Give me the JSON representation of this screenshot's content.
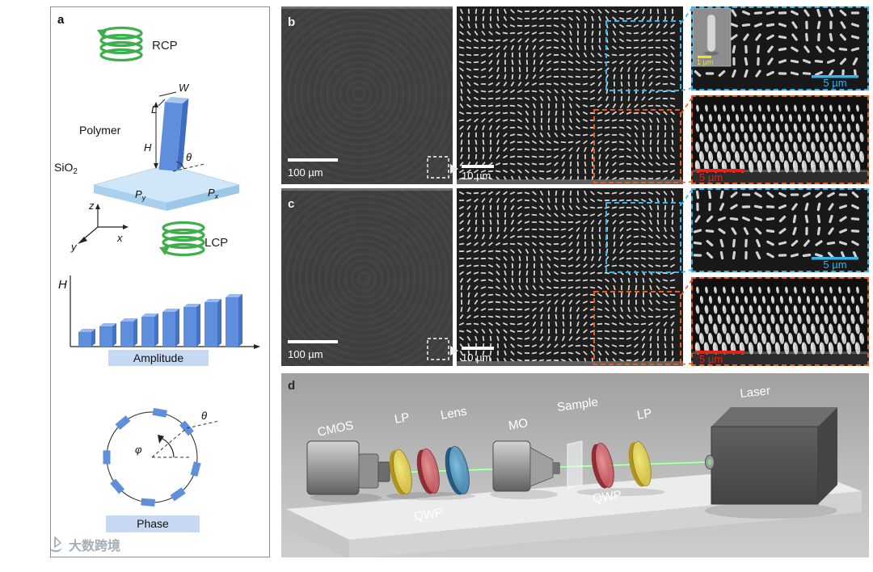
{
  "figure": {
    "watermark": "大数跨境",
    "colors": {
      "cyan": "#36b3e8",
      "orange": "#e85c1a",
      "red": "#e32219",
      "yellow": "#f4e322",
      "green": "#3fae4d",
      "pillar-blue": "#5f8fdc",
      "pillar-top": "#a9c5f0",
      "pillar-side": "#3f6cc0",
      "substrate-top": "#cfe7f8",
      "substrate-front": "#a9d0ee",
      "band-blue": "#c7d8f2",
      "beam-green": "#8bdb8b"
    },
    "panel_a": {
      "label": "a",
      "rcp_label": "RCP",
      "lcp_label": "LCP",
      "polymer_label": "Polymer",
      "substrate_label_base": "SiO",
      "substrate_label_sub": "2",
      "width_label": "W",
      "length_label": "L",
      "height_label": "H",
      "tilt_angle_label": "θ",
      "period_x_base": "P",
      "period_x_sub": "x",
      "period_y_base": "P",
      "period_y_sub": "y",
      "axis_z": "z",
      "axis_y": "y",
      "axis_x": "x",
      "amplitude_diagram": {
        "axis_label": "H",
        "caption": "Amplitude",
        "bar_heights": [
          18,
          25,
          31,
          37,
          43,
          49,
          55,
          61
        ]
      },
      "phase_diagram": {
        "caption": "Phase",
        "phi_label": "φ",
        "theta_label": "θ",
        "element_angles_deg": [
          40,
          80,
          130,
          180,
          220,
          265,
          305,
          345
        ]
      }
    },
    "panel_b": {
      "label": "b",
      "overview_scale": "100 µm",
      "zoom_scale": "10 µm",
      "top_inset_scale": "5 µm",
      "bottom_inset_scale": "5 µm",
      "pillar_inset_scale": "1 µm"
    },
    "panel_c": {
      "label": "c",
      "overview_scale": "100 µm",
      "zoom_scale": "10 µm",
      "top_inset_scale": "5 µm",
      "bottom_inset_scale": "5 µm"
    },
    "panel_d": {
      "label": "d",
      "components": [
        "CMOS",
        "LP",
        "Lens",
        "QWP",
        "MO",
        "Sample",
        "QWP",
        "LP",
        "Laser"
      ]
    }
  }
}
